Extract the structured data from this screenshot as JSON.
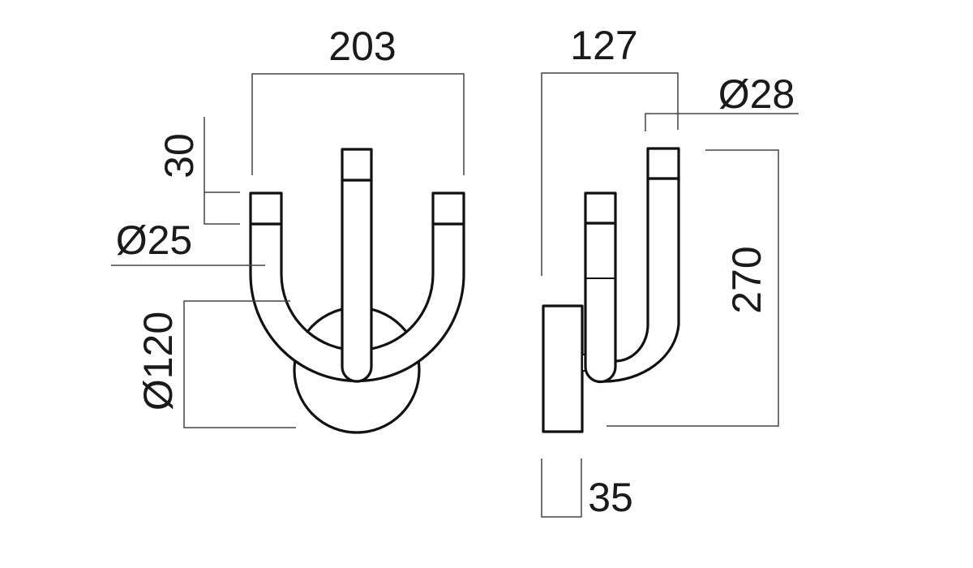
{
  "front_view": {
    "width_label": "203",
    "cap_height_label": "30",
    "tube_diameter_label": "Ø25",
    "base_diameter_label": "Ø120"
  },
  "side_view": {
    "depth_label": "127",
    "tube_diameter_label": "Ø28",
    "height_label": "270",
    "base_depth_label": "35"
  }
}
